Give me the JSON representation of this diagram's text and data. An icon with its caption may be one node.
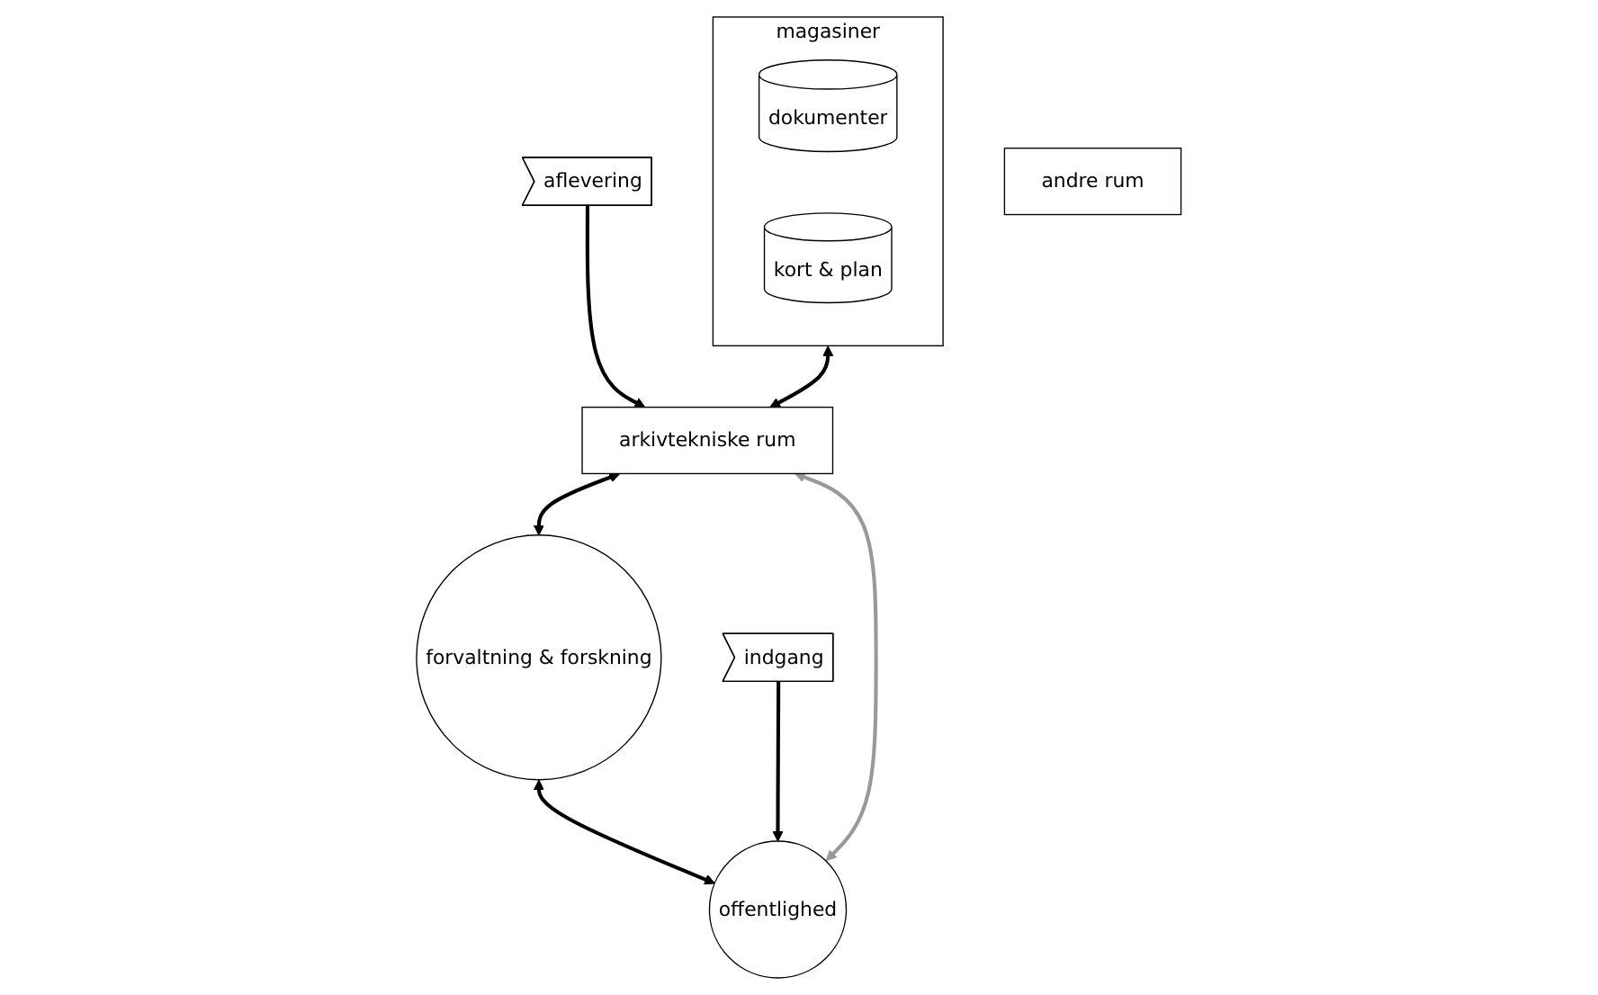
{
  "diagram": {
    "nodes": [
      {
        "text": [
          "magasiner"
        ]
      },
      {
        "text": [
          "dokumenter"
        ],
        "in": 0
      },
      {
        "text": [
          "kort & plan"
        ],
        "in": 0
      },
      {
        "text": [
          "aflevering"
        ]
      },
      {
        "text": [
          "andre rum"
        ]
      },
      {
        "text": [
          "arkivtekniske rum"
        ]
      },
      {
        "text": [
          "forvaltning & forskning"
        ]
      },
      {
        "text": [
          "offentlighed"
        ]
      },
      {
        "text": [
          "indgang"
        ]
      }
    ],
    "edges": [
      {
        "from": 0,
        "to": 5,
        "arrow": "both"
      },
      {
        "from": 3,
        "to": 5,
        "arrow": "to"
      },
      {
        "from": 5,
        "to": 6,
        "arrow": "both"
      },
      {
        "from": 7,
        "to": 5,
        "arrow": "both",
        "color": "#999999"
      },
      {
        "from": 6,
        "to": 7,
        "arrow": "both"
      },
      {
        "from": 8,
        "to": 7,
        "arrow": "to"
      }
    ]
  }
}
